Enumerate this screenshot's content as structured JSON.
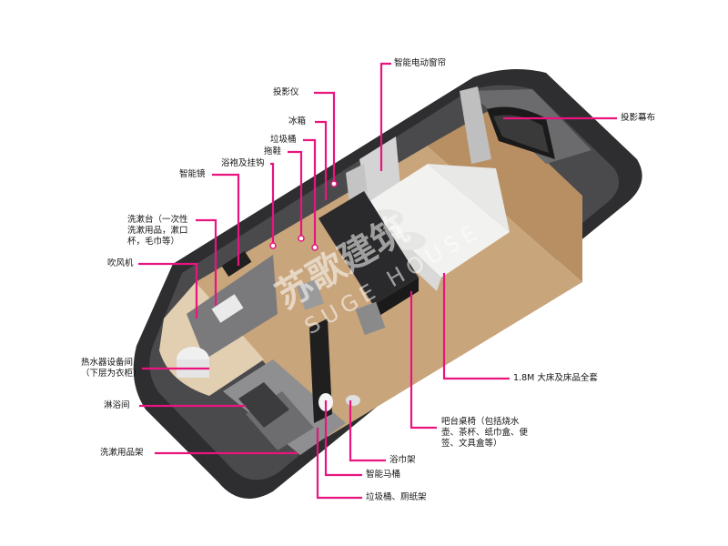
{
  "labels": {
    "curtain": "智能电动窗帘",
    "projector": "投影仪",
    "fridge": "冰箱",
    "trash_bin": "垃圾桶",
    "slippers": "拖鞋",
    "robe_hook": "浴袍及挂钩",
    "smart_mirror": "智能镜",
    "washbasin": "洗漱台（一次性洗漱用品，漱口杯，毛巾等）",
    "hair_dryer": "吹风机",
    "water_heater": "热水器设备间（下层为衣柜）",
    "shower": "淋浴间",
    "toiletry_rack": "洗漱用品架",
    "screen": "投影幕布",
    "bed": "1.8M 大床及床品全套",
    "bar_table": "吧台桌椅（包括烧水壶、茶杯、纸巾盒、便签、文具盒等）",
    "towel_rack": "浴巾架",
    "smart_toilet": "智能马桶",
    "trash_paper": "垃圾桶、厕纸架"
  },
  "watermark": {
    "cn": "苏歌建筑",
    "en": "SUGE HOUSE"
  },
  "colors": {
    "leader": "#e8157f",
    "shell": "#2e2e30",
    "floor": "#c9a57c",
    "wall": "#5a5a5c"
  }
}
